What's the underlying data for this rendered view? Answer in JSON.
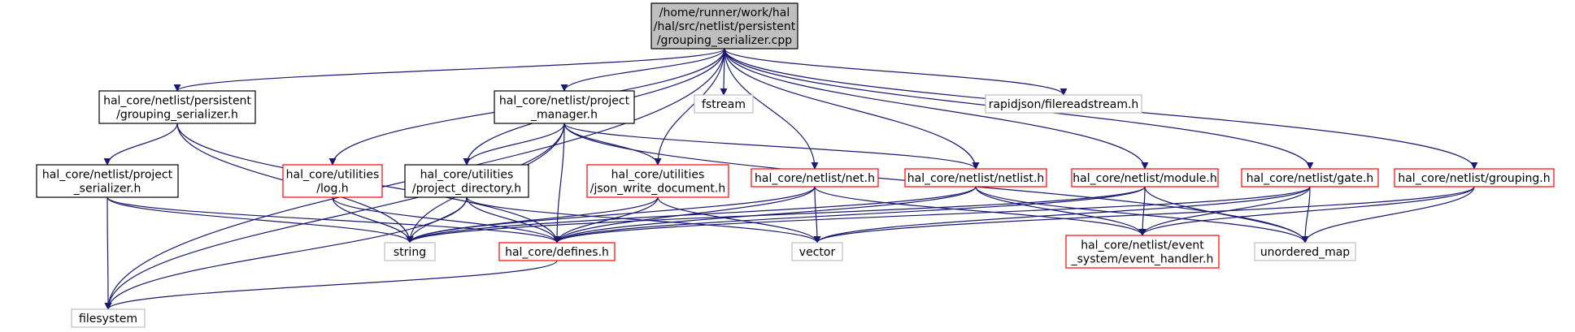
{
  "colors": {
    "edge": "#191970",
    "root_fill": "#bfbfbf",
    "root_border": "#000000",
    "black_border": "#000000",
    "red_border": "#ff0000",
    "gray_border": "#bfbfbf",
    "node_fill": "#ffffff"
  },
  "nodes": {
    "root": {
      "lines": [
        "/home/runner/work/hal",
        "/hal/src/netlist/persistent",
        "/grouping_serializer.cpp"
      ],
      "style": "root"
    },
    "grouping_serializer_h": {
      "lines": [
        "hal_core/netlist/persistent",
        "/grouping_serializer.h"
      ],
      "style": "black"
    },
    "project_manager_h": {
      "lines": [
        "hal_core/netlist/project",
        "_manager.h"
      ],
      "style": "black"
    },
    "fstream": {
      "lines": [
        "fstream"
      ],
      "style": "gray"
    },
    "rapidjson": {
      "lines": [
        "rapidjson/filereadstream.h"
      ],
      "style": "gray"
    },
    "project_serializer_h": {
      "lines": [
        "hal_core/netlist/project",
        "_serializer.h"
      ],
      "style": "black"
    },
    "log_h": {
      "lines": [
        "hal_core/utilities",
        "/log.h"
      ],
      "style": "red"
    },
    "project_directory_h": {
      "lines": [
        "hal_core/utilities",
        "/project_directory.h"
      ],
      "style": "black"
    },
    "json_write_document_h": {
      "lines": [
        "hal_core/utilities",
        "/json_write_document.h"
      ],
      "style": "red"
    },
    "net_h": {
      "lines": [
        "hal_core/netlist/net.h"
      ],
      "style": "red"
    },
    "netlist_h": {
      "lines": [
        "hal_core/netlist/netlist.h"
      ],
      "style": "red"
    },
    "module_h": {
      "lines": [
        "hal_core/netlist/module.h"
      ],
      "style": "red"
    },
    "gate_h": {
      "lines": [
        "hal_core/netlist/gate.h"
      ],
      "style": "red"
    },
    "grouping_h": {
      "lines": [
        "hal_core/netlist/grouping.h"
      ],
      "style": "red"
    },
    "string": {
      "lines": [
        "string"
      ],
      "style": "gray"
    },
    "defines_h": {
      "lines": [
        "hal_core/defines.h"
      ],
      "style": "red"
    },
    "vector": {
      "lines": [
        "vector"
      ],
      "style": "gray"
    },
    "event_handler_h": {
      "lines": [
        "hal_core/netlist/event",
        "_system/event_handler.h"
      ],
      "style": "red"
    },
    "unordered_map": {
      "lines": [
        "unordered_map"
      ],
      "style": "gray"
    },
    "filesystem": {
      "lines": [
        "filesystem"
      ],
      "style": "gray"
    }
  }
}
